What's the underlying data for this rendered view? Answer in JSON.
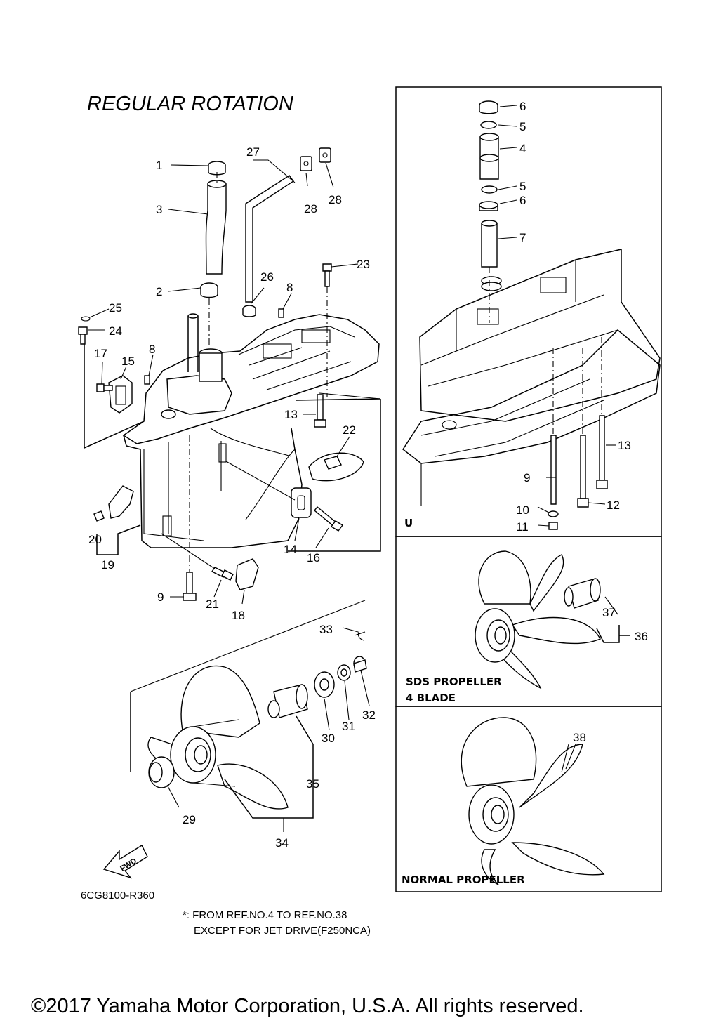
{
  "title": "REGULAR ROTATION",
  "diagram_code": "6CG8100-R360",
  "note_line1": "*: FROM REF.NO.4 TO REF.NO.38",
  "note_line2": "EXCEPT FOR JET DRIVE(F250NCA)",
  "copyright": "©2017 Yamaha Motor Corporation, U.S.A. All rights reserved.",
  "fwd_label": "FWD",
  "box_u_label": "U",
  "box_sds_label_1": "SDS PROPELLER",
  "box_sds_label_2": "4 BLADE",
  "box_normal_label": "NORMAL PROPELLER",
  "callouts": {
    "c1": "1",
    "c2": "2",
    "c3": "3",
    "c8a": "8",
    "c8b": "8",
    "c9a": "9",
    "c13a": "13",
    "c14": "14",
    "c15": "15",
    "c16": "16",
    "c17": "17",
    "c18": "18",
    "c19": "19",
    "c20": "20",
    "c21": "21",
    "c22": "22",
    "c23": "23",
    "c24": "24",
    "c25": "25",
    "c26": "26",
    "c27": "27",
    "c28a": "28",
    "c28b": "28",
    "c29": "29",
    "c30": "30",
    "c31": "31",
    "c32": "32",
    "c33": "33",
    "c34": "34",
    "c35": "35",
    "u6a": "6",
    "u5a": "5",
    "u4": "4",
    "u5b": "5",
    "u6b": "6",
    "u7": "7",
    "u9": "9",
    "u10": "10",
    "u11": "11",
    "u12": "12",
    "u13": "13",
    "c36": "36",
    "c37": "37",
    "c38": "38"
  }
}
